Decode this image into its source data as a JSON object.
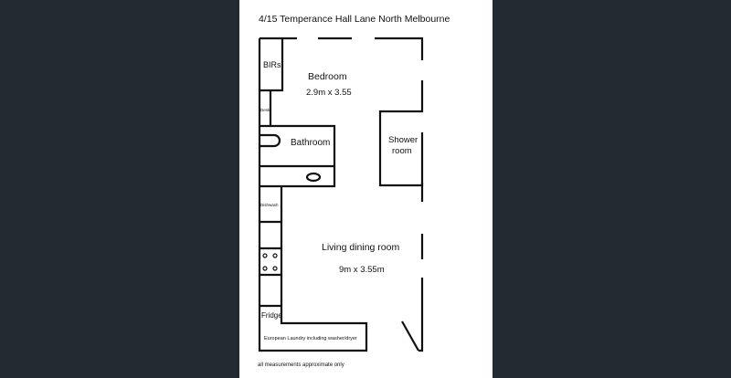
{
  "viewer": {
    "background": "#232a31"
  },
  "floorplan": {
    "title": "4/15 Temperance Hall Lane North Melbourne",
    "rooms": {
      "birs": "BIRs",
      "bedroom": "Bedroom",
      "bedroom_size": "2.9m x 3.55",
      "desk": "Desk",
      "bathroom": "Bathroom",
      "shower_line1": "Shower",
      "shower_line2": "room",
      "dishwasher": "Dishwash",
      "living": "Living dining room",
      "living_size": "9m x 3.55m",
      "fridge": "Fridge",
      "laundry": "European Laundry including washer/dryer"
    },
    "footnote": "all measurements approximate only"
  }
}
